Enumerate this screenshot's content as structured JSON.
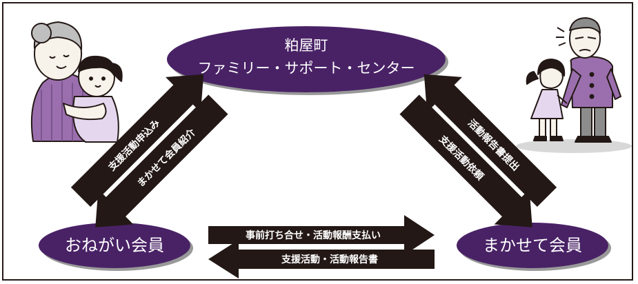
{
  "center": {
    "line1": "粕屋町",
    "line2": "ファミリー・サポート・センター"
  },
  "left_member": "おねがい会員",
  "right_member": "まかせて会員",
  "left_arrows": {
    "upper": "支援活動申込み",
    "lower": "まかせて会員紹介"
  },
  "right_arrows": {
    "upper": "活動報告書提出",
    "lower": "支援活動依頼"
  },
  "bottom_arrows": {
    "to_right": "事前打ち合せ・活動報酬支払い",
    "to_left": "支援活動・活動報告書"
  },
  "colors": {
    "purple": "#4a2066",
    "black": "#231815",
    "sweater": "#9b6fae",
    "dress": "#e5d8ee"
  }
}
